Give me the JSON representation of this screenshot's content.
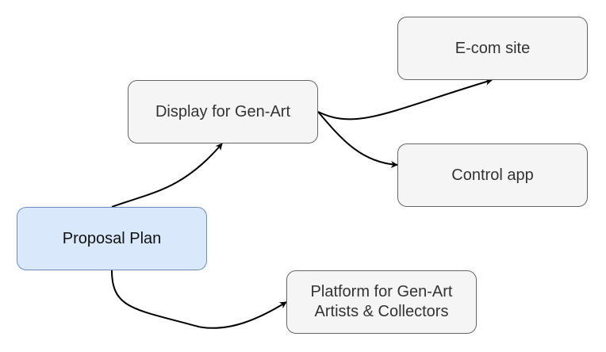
{
  "diagram": {
    "nodes": [
      {
        "id": "proposal",
        "label": "Proposal Plan",
        "style": "primary",
        "fill": "#dae8fc",
        "stroke": "#6c8ebf"
      },
      {
        "id": "display",
        "label": "Display for Gen-Art",
        "style": "default",
        "fill": "#f5f5f5",
        "stroke": "#666666"
      },
      {
        "id": "ecom",
        "label": "E-com site",
        "style": "default",
        "fill": "#f5f5f5",
        "stroke": "#666666"
      },
      {
        "id": "control",
        "label": "Control app",
        "style": "default",
        "fill": "#f5f5f5",
        "stroke": "#666666"
      },
      {
        "id": "platform",
        "label": "Platform for Gen-Art\nArtists & Collectors",
        "style": "default",
        "fill": "#f5f5f5",
        "stroke": "#666666"
      }
    ],
    "edges": [
      {
        "from": "proposal",
        "to": "display"
      },
      {
        "from": "display",
        "to": "ecom"
      },
      {
        "from": "display",
        "to": "control"
      },
      {
        "from": "proposal",
        "to": "platform"
      }
    ],
    "edge_color": "#000000"
  }
}
